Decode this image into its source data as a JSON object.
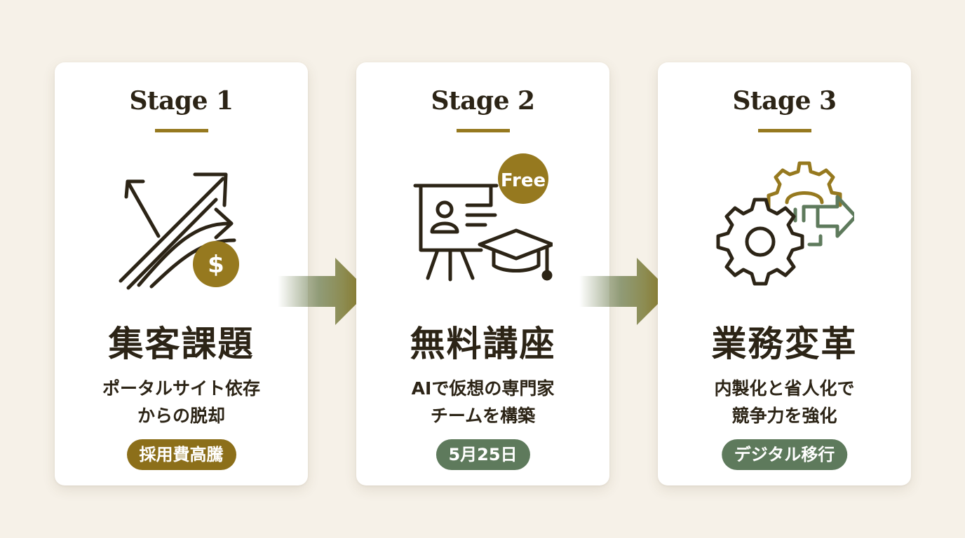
{
  "colors": {
    "background": "#f6f1e8",
    "card": "#ffffff",
    "text": "#2c2416",
    "gold": "#96791f",
    "green": "#5e7a5c"
  },
  "stages": [
    {
      "title": "Stage 1",
      "icon": "growth-arrows-dollar-icon",
      "coin_symbol": "$",
      "heading": "集客課題",
      "desc_line1": "ポータルサイト依存",
      "desc_line2": "からの脱却",
      "badge": "採用費高騰",
      "badge_color": "#8c6f1a"
    },
    {
      "title": "Stage 2",
      "icon": "presentation-graduation-cap-icon",
      "free_label": "Free",
      "heading": "無料講座",
      "desc_line1": "AIで仮想の専門家",
      "desc_line2": "チームを構築",
      "badge": "5月25日",
      "badge_color": "#5e7a5c"
    },
    {
      "title": "Stage 3",
      "icon": "gears-transform-arrow-icon",
      "heading": "業務変革",
      "desc_line1": "内製化と省人化で",
      "desc_line2": "競争力を強化",
      "badge": "デジタル移行",
      "badge_color": "#5e7a5c"
    }
  ],
  "connectors": [
    {
      "icon": "flow-arrow-right-icon"
    },
    {
      "icon": "flow-arrow-right-icon"
    }
  ]
}
